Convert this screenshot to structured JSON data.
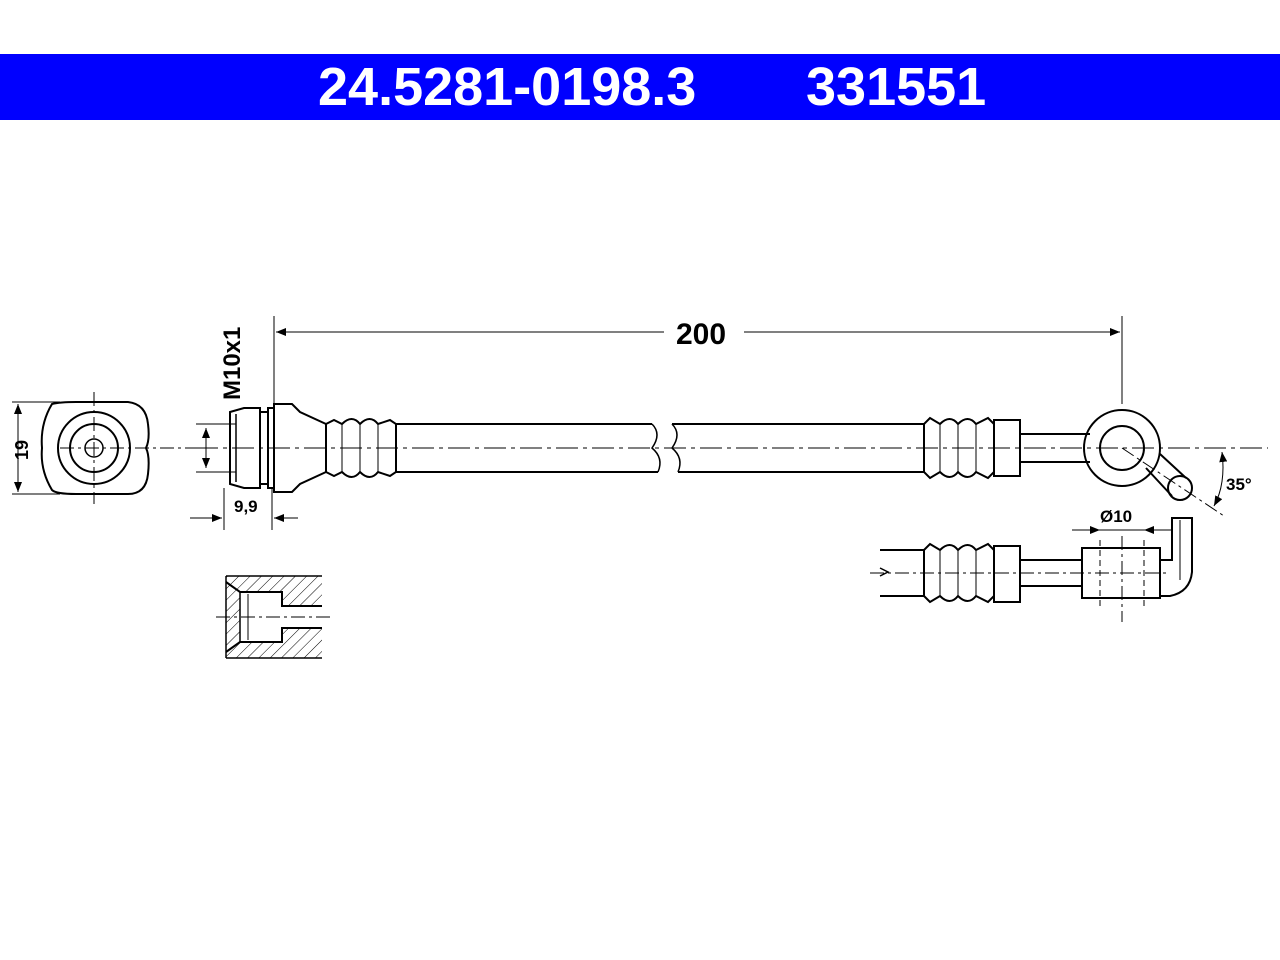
{
  "header": {
    "part_number": "24.5281-0198.3",
    "ref_number": "331551",
    "bar_color": "#0000ff",
    "text_color": "#ffffff"
  },
  "dimensions": {
    "length": "200",
    "thread": "M10x1",
    "fitting_width": "19",
    "thread_length": "9,9",
    "banjo_diameter": "Ø10",
    "angle": "35°"
  }
}
